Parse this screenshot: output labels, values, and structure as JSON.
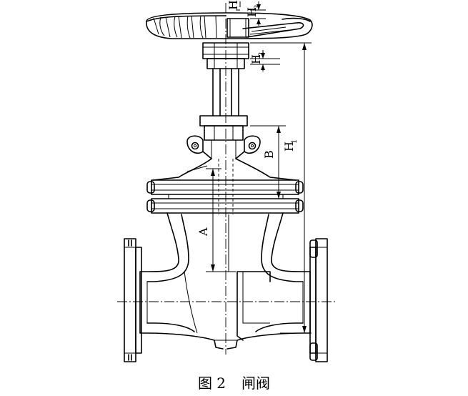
{
  "figure": {
    "caption_number": "图 2",
    "caption_title": "闸阀"
  },
  "dimensions": {
    "H1_main": "H",
    "H1_sub": "1",
    "H2_main": "H",
    "H2_sub": "2",
    "H3_main": "H",
    "H3_sub": "3",
    "H_top": "H",
    "A": "A",
    "B": "B"
  }
}
